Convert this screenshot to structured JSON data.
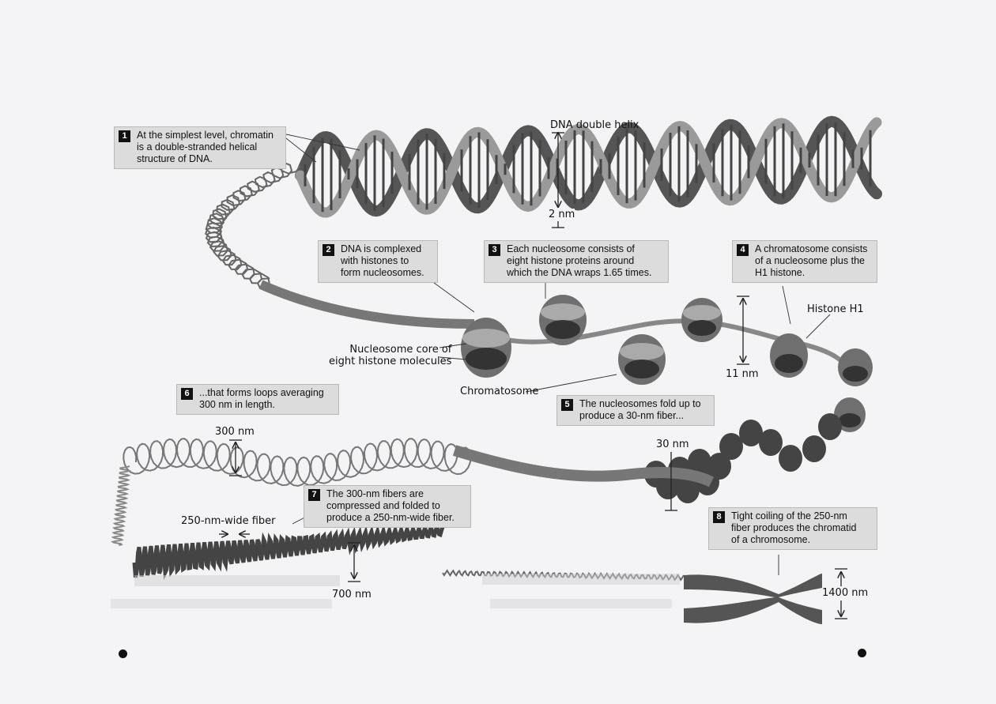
{
  "callouts": [
    {
      "num": "1",
      "text": "At the simplest level, chromatin\nis a double-stranded helical\nstructure of DNA."
    },
    {
      "num": "2",
      "text": "DNA is complexed\nwith histones to\nform nucleosomes."
    },
    {
      "num": "3",
      "text": "Each nucleosome consists of\neight histone proteins around\nwhich the DNA wraps 1.65 times."
    },
    {
      "num": "4",
      "text": "A chromatosome consists\nof a nucleosome plus the\nH1 histone."
    },
    {
      "num": "5",
      "text": "The nucleosomes fold up to\nproduce a 30-nm fiber..."
    },
    {
      "num": "6",
      "text": "...that forms loops averaging\n300 nm in length."
    },
    {
      "num": "7",
      "text": "The 300-nm fibers are\ncompressed and folded to\nproduce a 250-nm-wide fiber."
    },
    {
      "num": "8",
      "text": "Tight coiling of the 250-nm\nfiber produces the chromatid\nof a chromosome."
    }
  ],
  "labels": {
    "dna_double_helix": "DNA double helix",
    "two_nm": "2 nm",
    "histone_h1": "Histone H1",
    "nucleosome_core": "Nucleosome core of\neight histone molecules",
    "eleven_nm": "11 nm",
    "chromatosome": "Chromatosome",
    "three_hundred_nm": "300 nm",
    "thirty_nm": "30 nm",
    "fiber_250": "250-nm-wide fiber",
    "seven_hundred_nm": "700 nm",
    "fourteen_hundred_nm": "1400 nm"
  }
}
